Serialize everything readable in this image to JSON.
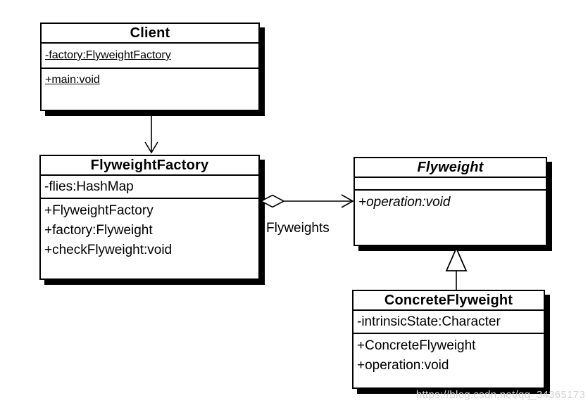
{
  "diagram_type": "uml-class-diagram",
  "classes": {
    "client": {
      "title": "Client",
      "attributes": [
        "-factory:FlyweightFactory"
      ],
      "operations": [
        "+main:void"
      ]
    },
    "flyweight_factory": {
      "title": "FlyweightFactory",
      "attributes": [
        "-flies:HashMap"
      ],
      "operations": [
        "+FlyweightFactory",
        "+factory:Flyweight",
        "+checkFlyweight:void"
      ]
    },
    "flyweight": {
      "title": "Flyweight",
      "attributes": [],
      "operations": [
        "+operation:void"
      ],
      "stereotype": "abstract"
    },
    "concrete_flyweight": {
      "title": "ConcreteFlyweight",
      "attributes": [
        "-intrinsicState:Character"
      ],
      "operations": [
        "+ConcreteFlyweight",
        "+operation:void"
      ]
    }
  },
  "relationships": {
    "edges": [
      {
        "from": "Client",
        "to": "FlyweightFactory",
        "type": "directed-association"
      },
      {
        "from": "FlyweightFactory",
        "to": "Flyweight",
        "type": "aggregation",
        "label": "Flyweights"
      },
      {
        "from": "ConcreteFlyweight",
        "to": "Flyweight",
        "type": "generalization"
      }
    ]
  },
  "watermark": "https://blog.csdn.net/qq_34365173",
  "colors": {
    "line": "#000000",
    "fill": "#ffffff",
    "watermark": "#d4d4d4"
  }
}
